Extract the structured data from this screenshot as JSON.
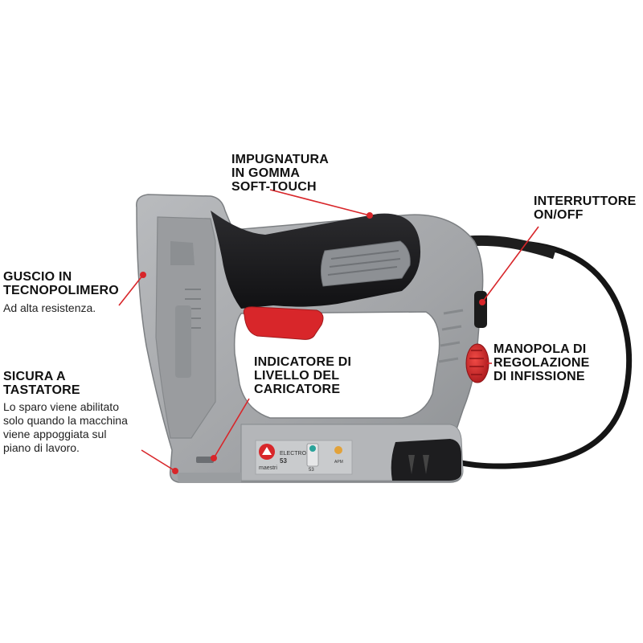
{
  "product": {
    "brand": "maestri",
    "model_line1": "ELECTRO",
    "model_line2": "53",
    "label_codes": [
      "53",
      "APM"
    ]
  },
  "colors": {
    "body_gray": "#a6a8ab",
    "dark_gray": "#6b6e72",
    "grip_black": "#1c1c1e",
    "accent_red": "#d8262a",
    "leader_red": "#d8262a"
  },
  "callouts": {
    "grip": {
      "title": "IMPUGNATURA\nIN GOMMA\nSOFT-TOUCH"
    },
    "switch": {
      "title": "INTERRUTTORE\nON/OFF"
    },
    "shell": {
      "title": "GUSCIO IN\nTECNOPOLIMERO",
      "desc": "Ad alta resistenza."
    },
    "indicator": {
      "title": "INDICATORE DI\nLIVELLO DEL\nCARICATORE"
    },
    "knob": {
      "title": "MANOPOLA DI\nREGOLAZIONE\nDI INFISSIONE"
    },
    "safety": {
      "title": "SICURA A\nTASTATORE",
      "desc": "Lo sparo viene abilitato\nsolo quando la macchina\nviene appoggiata sul\npiano di lavoro."
    }
  }
}
